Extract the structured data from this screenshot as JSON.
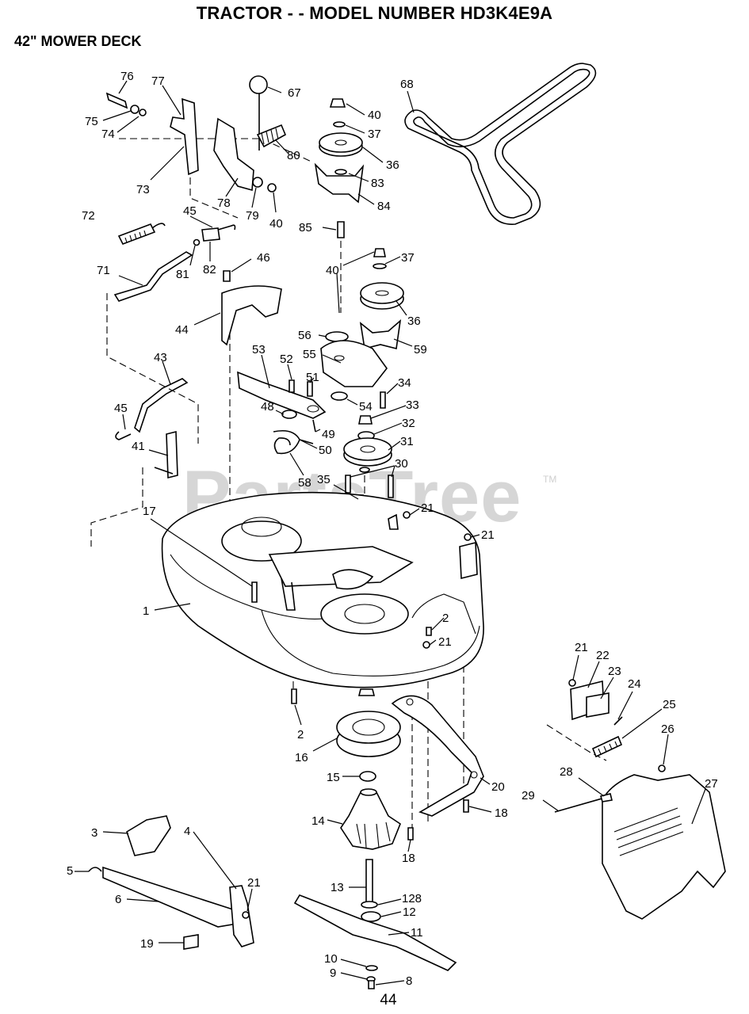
{
  "title": "TRACTOR - - MODEL NUMBER HD3K4E9A",
  "subtitle": "42\" MOWER DECK",
  "page_number": "44",
  "watermark": "PartsTree",
  "watermark_mark": "TM",
  "callouts": {
    "c76": "76",
    "c77": "77",
    "c75": "75",
    "c74": "74",
    "c73": "73",
    "c67": "67",
    "c80": "80",
    "c78": "78",
    "c79": "79",
    "c40a": "40",
    "c40b": "40",
    "c37a": "37",
    "c36a": "36",
    "c83": "83",
    "c84": "84",
    "c85": "85",
    "c68": "68",
    "c72": "72",
    "c45a": "45",
    "c81": "81",
    "c82": "82",
    "c46": "46",
    "c71": "71",
    "c44": "44",
    "c40c": "40",
    "c37b": "37",
    "c36b": "36",
    "c59": "59",
    "c56": "56",
    "c55": "55",
    "c53": "53",
    "c52": "52",
    "c51": "51",
    "c34": "34",
    "c54": "54",
    "c33": "33",
    "c32": "32",
    "c31": "31",
    "c30": "30",
    "c43": "43",
    "c45b": "45",
    "c48": "48",
    "c49": "49",
    "c50": "50",
    "c41": "41",
    "c58": "58",
    "c35": "35",
    "c21a": "21",
    "c21b": "21",
    "c17": "17",
    "c1": "1",
    "c2a": "2",
    "c21c": "21",
    "c2b": "2",
    "c16": "16",
    "c15": "15",
    "c20": "20",
    "c18a": "18",
    "c18b": "18",
    "c14": "14",
    "c3": "3",
    "c4": "4",
    "c5": "5",
    "c6": "6",
    "c21d": "21",
    "c19": "19",
    "c13": "13",
    "c128": "128",
    "c12": "12",
    "c11": "11",
    "c10": "10",
    "c9": "9",
    "c8": "8",
    "c21e": "21",
    "c22": "22",
    "c23": "23",
    "c24": "24",
    "c25": "25",
    "c26": "26",
    "c27": "27",
    "c28": "28",
    "c29": "29"
  }
}
